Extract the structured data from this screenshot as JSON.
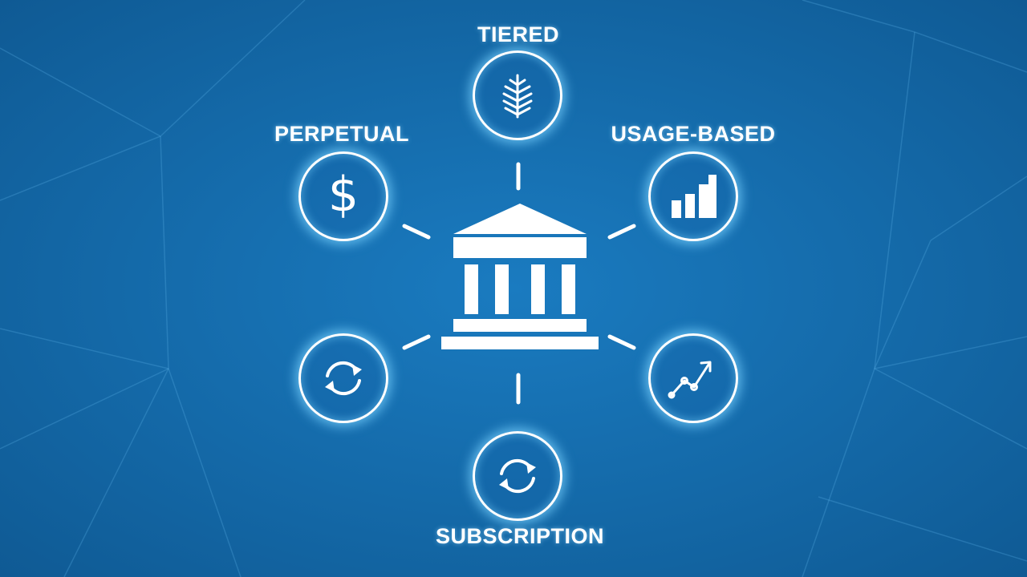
{
  "diagram": {
    "center": {
      "icon": "bank-building-icon"
    },
    "nodes": [
      {
        "id": "tiered",
        "label": "TIERED",
        "icon": "leaf-icon"
      },
      {
        "id": "perpetual",
        "label": "PERPETUAL",
        "icon": "dollar-icon",
        "symbol": "$"
      },
      {
        "id": "usage-based",
        "label": "USAGE-BASED",
        "icon": "bar-chart-icon"
      },
      {
        "id": "refresh-left",
        "label": "",
        "icon": "refresh-icon"
      },
      {
        "id": "trend",
        "label": "",
        "icon": "line-trend-icon"
      },
      {
        "id": "subscription",
        "label": "SUBSCRIPTION",
        "icon": "refresh-icon"
      }
    ]
  },
  "colors": {
    "background": "#1469a8",
    "accent": "#ffffff",
    "glow": "#78d2ff"
  }
}
